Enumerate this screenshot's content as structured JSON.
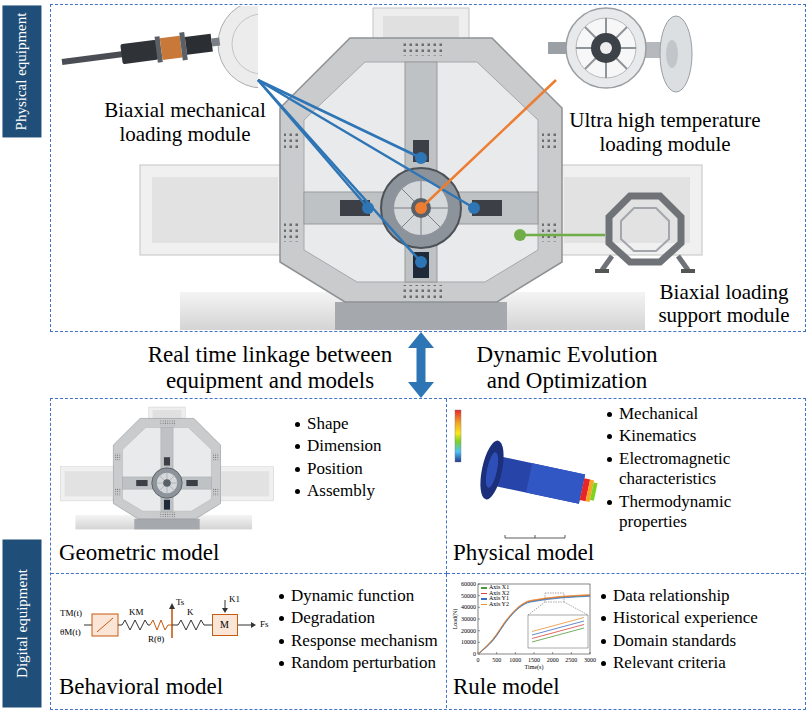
{
  "diagram": {
    "nodes": [
      {
        "text": [
          "Physical equipment"
        ]
      },
      {
        "text": [
          "Digital equipment"
        ]
      },
      {
        "text": [
          "Geometric model",
          "Shape",
          "Dimension",
          "Position",
          "Assembly"
        ],
        "in": 1
      },
      {
        "text": [
          "Physical model",
          "Mechanical",
          "Kinematics",
          "Electromagnetic characteristics",
          "Thermodynamic properties"
        ],
        "in": 1
      },
      {
        "text": [
          "Behavioral model",
          "Dynamic function",
          "Degradation",
          "Response mechanism",
          "Random perturbation"
        ],
        "in": 1
      },
      {
        "text": [
          "Rule model",
          "Data relationship",
          "Historical experience",
          "Domain standards",
          "Relevant criteria"
        ],
        "in": 1
      },
      {
        "text": [
          "M"
        ],
        "in": 4
      }
    ],
    "edges": [
      {
        "from": 0,
        "to": 1,
        "arrow": "both"
      }
    ],
    "labels": [
      "Biaxial mechanical loading module",
      "Ultra high temperature loading module",
      "Biaxial loading support module",
      "Real time linkage between equipment and models",
      "Dynamic Evolution and Optimization",
      "TM(t)",
      "θM(t)",
      "KM",
      "R(θ)",
      "Ts",
      "K",
      "K1",
      "Fs",
      "Load(N)",
      "Time(s)",
      "60000",
      "50000",
      "40000",
      "30000",
      "20000",
      "10000",
      "0",
      "0",
      "500",
      "1000",
      "1500",
      "2000",
      "2500",
      "3000"
    ],
    "legend": [
      {
        "text": "Axis X1",
        "color": "#4e9a3a"
      },
      {
        "text": "Axis X2",
        "color": "#d9423b"
      },
      {
        "text": "Axis Y1",
        "color": "#3b6fc4"
      },
      {
        "text": "Axis Y2",
        "color": "#e8912d"
      }
    ]
  }
}
